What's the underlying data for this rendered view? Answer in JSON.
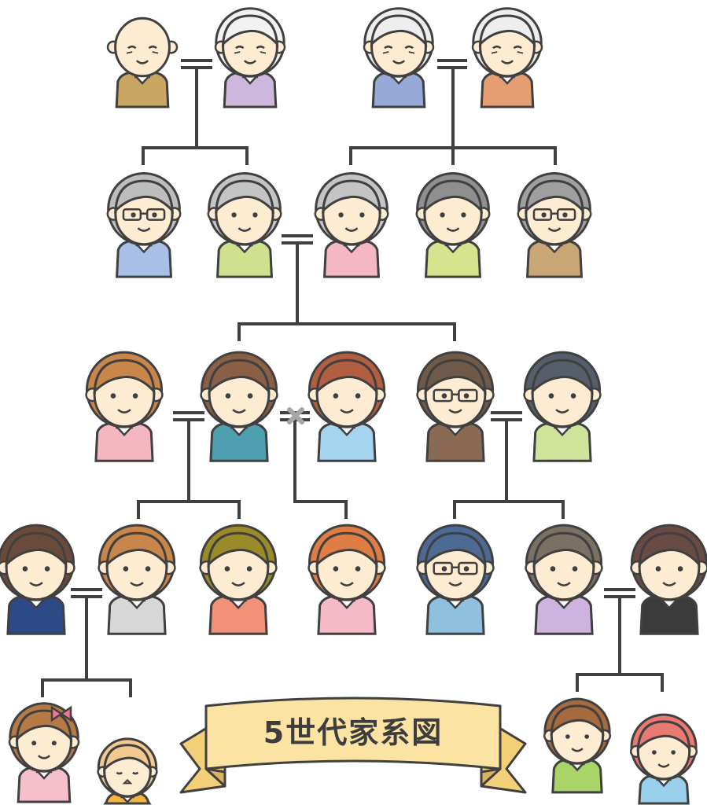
{
  "title": "5世代家系図",
  "colors": {
    "line": "#404040",
    "skin": "#fdebd2",
    "banner": "#fbe3a3",
    "banner_dark": "#f3cf78",
    "divorce_mark": "#a6a6a6"
  },
  "generations": [
    {
      "name": "generation-1",
      "people": [
        {
          "id": "g1-grandfather-a",
          "role": "great-grandfather",
          "hair": "bald",
          "shirt": "#c9a661",
          "glasses": false,
          "age": "old"
        },
        {
          "id": "g1-grandmother-a",
          "role": "great-grandmother",
          "hair": "#f2f2f2",
          "shirt": "#cdb7dd",
          "glasses": false,
          "age": "old"
        },
        {
          "id": "g1-grandfather-b",
          "role": "great-grandfather",
          "hair": "#eeeeee",
          "shirt": "#97a9d8",
          "glasses": false,
          "age": "old"
        },
        {
          "id": "g1-grandmother-b",
          "role": "great-grandmother",
          "hair": "#eeeeee",
          "shirt": "#e59e71",
          "glasses": false,
          "age": "old"
        }
      ]
    },
    {
      "name": "generation-2",
      "people": [
        {
          "id": "g2-man-1",
          "hair": "#bdbdbd",
          "shirt": "#a8c0e8",
          "glasses": true
        },
        {
          "id": "g2-man-2",
          "hair": "#c4c4c4",
          "shirt": "#cfe08e",
          "glasses": false
        },
        {
          "id": "g2-woman-1",
          "hair": "#c4c4c4",
          "shirt": "#f4b7c3",
          "glasses": false
        },
        {
          "id": "g2-woman-2",
          "hair": "#8f8f8f",
          "shirt": "#d6e58d",
          "glasses": false
        },
        {
          "id": "g2-man-3",
          "hair": "#9f9f9f",
          "shirt": "#c8a676",
          "glasses": true
        }
      ]
    },
    {
      "name": "generation-3",
      "people": [
        {
          "id": "g3-woman-1",
          "hair": "#c9864a",
          "shirt": "#f4b6c1",
          "glasses": false
        },
        {
          "id": "g3-man-1",
          "hair": "#8a5f45",
          "shirt": "#4e9fb0",
          "glasses": false
        },
        {
          "id": "g3-woman-2",
          "hair": "#b45e41",
          "shirt": "#a4d4ee",
          "glasses": false
        },
        {
          "id": "g3-man-2",
          "hair": "#6f5a4a",
          "shirt": "#8a6a52",
          "glasses": true
        },
        {
          "id": "g3-woman-3",
          "hair": "#555e6a",
          "shirt": "#cfe39a",
          "glasses": false
        }
      ]
    },
    {
      "name": "generation-4",
      "people": [
        {
          "id": "g4-man-1",
          "hair": "#6a4a3a",
          "shirt": "#2e4a86",
          "glasses": false
        },
        {
          "id": "g4-woman-1",
          "hair": "#c9864a",
          "shirt": "#d7d7d7",
          "glasses": false
        },
        {
          "id": "g4-man-2",
          "hair": "#9a8a2a",
          "shirt": "#f2917a",
          "glasses": false
        },
        {
          "id": "g4-woman-2",
          "hair": "#e07d45",
          "shirt": "#f5b9c8",
          "glasses": false
        },
        {
          "id": "g4-man-3",
          "hair": "#4d6a94",
          "shirt": "#8fc0dd",
          "glasses": true
        },
        {
          "id": "g4-woman-3",
          "hair": "#7a7064",
          "shirt": "#cdb3de",
          "glasses": false
        },
        {
          "id": "g4-man-4",
          "hair": "#6a4a45",
          "shirt": "#3b3b3b",
          "glasses": false
        }
      ]
    },
    {
      "name": "generation-5",
      "people": [
        {
          "id": "g5-girl",
          "hair": "#b57a45",
          "shirt": "#f5c0cc",
          "glasses": false,
          "bow": "#f07597"
        },
        {
          "id": "g5-baby",
          "hair": "#f2c98e",
          "shirt": "#f5b442",
          "glasses": false
        },
        {
          "id": "g5-boy-1",
          "hair": "#a56a3e",
          "shirt": "#a9d468",
          "glasses": false
        },
        {
          "id": "g5-boy-2",
          "hair": "#e97a72",
          "shirt": "#9ad0ec",
          "glasses": false
        }
      ]
    }
  ]
}
